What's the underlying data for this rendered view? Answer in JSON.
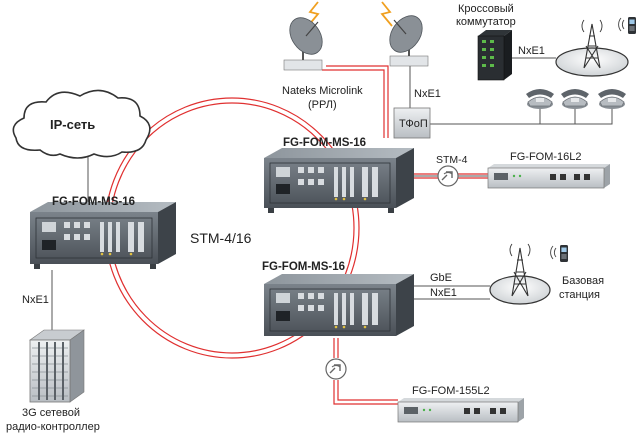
{
  "labels": {
    "ip_network": "IP-сеть",
    "node_left": "FG-FOM-MS-16",
    "node_top": "FG-FOM-MS-16",
    "node_bottom": "FG-FOM-MS-16",
    "ring": "STM-4/16",
    "link_left_down": "NxE1",
    "rnc_line1": "3G сетевой",
    "rnc_line2": "радио-контроллер",
    "radio_line1": "Nateks Microlink",
    "radio_line2": "(РРЛ)",
    "switch_line1": "Кроссовый",
    "switch_line2": "коммутатор",
    "link_switch_tower": "NxE1",
    "link_radio_tfop": "NxE1",
    "tfop": "ТФоП",
    "link_stm4": "STM-4",
    "fg16l2": "FG-FOM-16L2",
    "link_gbe": "GbE",
    "link_nxe1_bs": "NxE1",
    "bs_line1": "Базовая",
    "bs_line2": "станция",
    "fg155l2": "FG-FOM-155L2"
  },
  "icons": {
    "cloud": "cloud-icon",
    "dish": "satellite-dish-icon",
    "tower": "radio-tower-icon",
    "phone": "telephone-icon",
    "mobile": "mobile-phone-icon",
    "converter": "optical-converter-icon",
    "rack": "server-rack-icon"
  },
  "colors": {
    "ring": "#e03030",
    "chassis": "#5a6168",
    "chassis_dark": "#3d4349",
    "line": "#555555",
    "lightning": "#f0a020"
  }
}
